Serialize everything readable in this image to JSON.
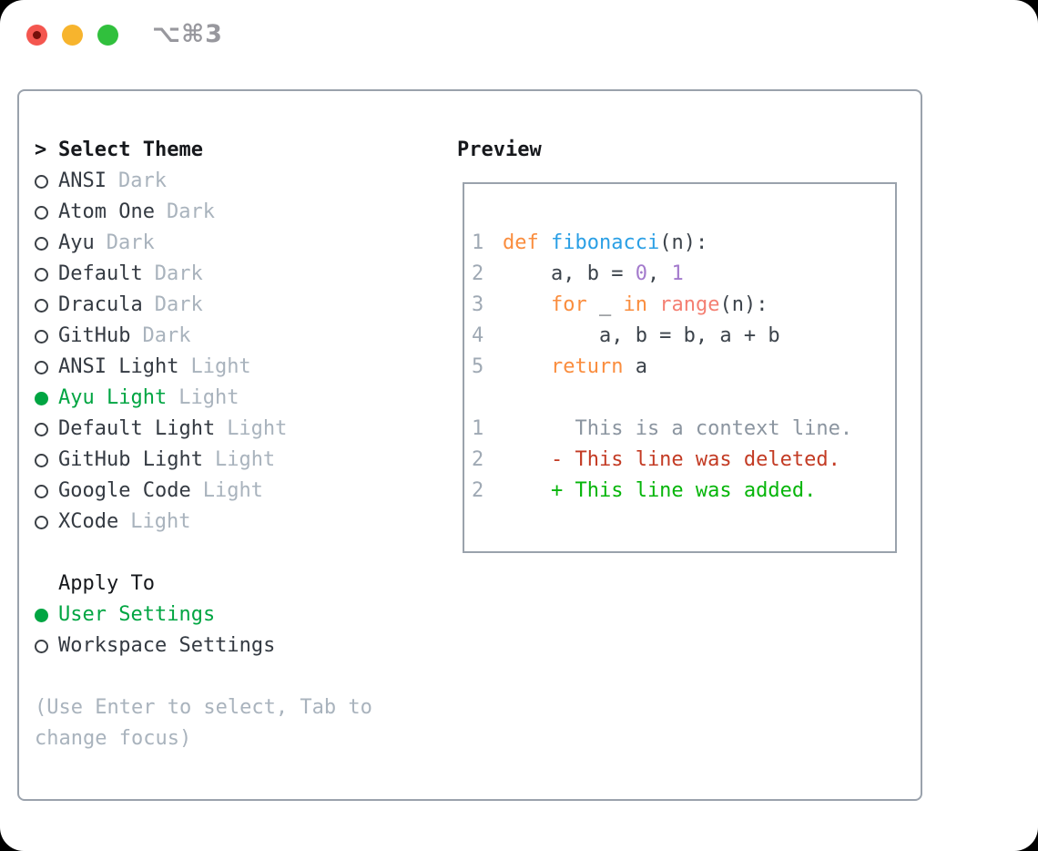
{
  "window": {
    "title": "⌥⌘3",
    "traffic_lights": [
      "close",
      "minimize",
      "zoom"
    ]
  },
  "colors": {
    "accent_green": "#00a542",
    "added_green": "#06b50a",
    "deleted_red": "#c33b24",
    "keyword_orange": "#fa8d3e",
    "function_blue": "#2a9fe5",
    "number_purple": "#a37acc",
    "builtin_coral": "#f47f72",
    "code_plain": "#3c434b",
    "muted_gray": "#a9b3bd",
    "line_number_gray": "#9fa9b4",
    "context_gray": "#8b95a0",
    "border_gray": "#9aa2ac",
    "text_dark": "#16181c",
    "name_dark": "#343a42",
    "traffic_red": "#f4564f",
    "traffic_red_dot": "#76100a",
    "traffic_yellow": "#f7b42d",
    "traffic_green": "#31c03d",
    "title_gray": "#98989e"
  },
  "theme_panel": {
    "header": {
      "prompt": ">",
      "label": "Select Theme"
    },
    "themes": [
      {
        "name": "ANSI",
        "tag": "Dark",
        "selected": false
      },
      {
        "name": "Atom One",
        "tag": "Dark",
        "selected": false
      },
      {
        "name": "Ayu",
        "tag": "Dark",
        "selected": false
      },
      {
        "name": "Default",
        "tag": "Dark",
        "selected": false
      },
      {
        "name": "Dracula",
        "tag": "Dark",
        "selected": false
      },
      {
        "name": "GitHub",
        "tag": "Dark",
        "selected": false
      },
      {
        "name": "ANSI Light",
        "tag": "Light",
        "selected": false
      },
      {
        "name": "Ayu Light",
        "tag": "Light",
        "selected": true
      },
      {
        "name": "Default Light",
        "tag": "Light",
        "selected": false
      },
      {
        "name": "GitHub Light",
        "tag": "Light",
        "selected": false
      },
      {
        "name": "Google Code",
        "tag": "Light",
        "selected": false
      },
      {
        "name": "XCode",
        "tag": "Light",
        "selected": false
      }
    ],
    "apply_to": {
      "label": "Apply To",
      "options": [
        {
          "label": "User Settings",
          "selected": true
        },
        {
          "label": "Workspace Settings",
          "selected": false
        }
      ]
    },
    "hint": "(Use Enter to select, Tab to change focus)"
  },
  "preview": {
    "label": "Preview",
    "code_lines": [
      {
        "num": "1",
        "tokens": [
          {
            "t": "def",
            "c": "keyword"
          },
          {
            "t": " ",
            "c": "plain"
          },
          {
            "t": "fibonacci",
            "c": "function"
          },
          {
            "t": "(n):",
            "c": "plain"
          }
        ]
      },
      {
        "num": "2",
        "tokens": [
          {
            "t": "    a, b = ",
            "c": "plain"
          },
          {
            "t": "0",
            "c": "number"
          },
          {
            "t": ", ",
            "c": "plain"
          },
          {
            "t": "1",
            "c": "number"
          }
        ]
      },
      {
        "num": "3",
        "tokens": [
          {
            "t": "    ",
            "c": "plain"
          },
          {
            "t": "for",
            "c": "keyword"
          },
          {
            "t": " _ ",
            "c": "plain"
          },
          {
            "t": "in",
            "c": "keyword"
          },
          {
            "t": " ",
            "c": "plain"
          },
          {
            "t": "range",
            "c": "builtin"
          },
          {
            "t": "(n):",
            "c": "plain"
          }
        ]
      },
      {
        "num": "4",
        "tokens": [
          {
            "t": "        a, b = b, a + b",
            "c": "plain"
          }
        ]
      },
      {
        "num": "5",
        "tokens": [
          {
            "t": "    ",
            "c": "plain"
          },
          {
            "t": "return",
            "c": "keyword"
          },
          {
            "t": " a",
            "c": "plain"
          }
        ]
      },
      {
        "num": "",
        "tokens": []
      },
      {
        "num": "1",
        "tokens": [
          {
            "t": "      This is a context line.",
            "c": "context"
          }
        ]
      },
      {
        "num": "2",
        "tokens": [
          {
            "t": "    - This line was deleted.",
            "c": "deleted"
          }
        ]
      },
      {
        "num": "2",
        "tokens": [
          {
            "t": "    + This line was added.",
            "c": "added"
          }
        ]
      }
    ]
  }
}
